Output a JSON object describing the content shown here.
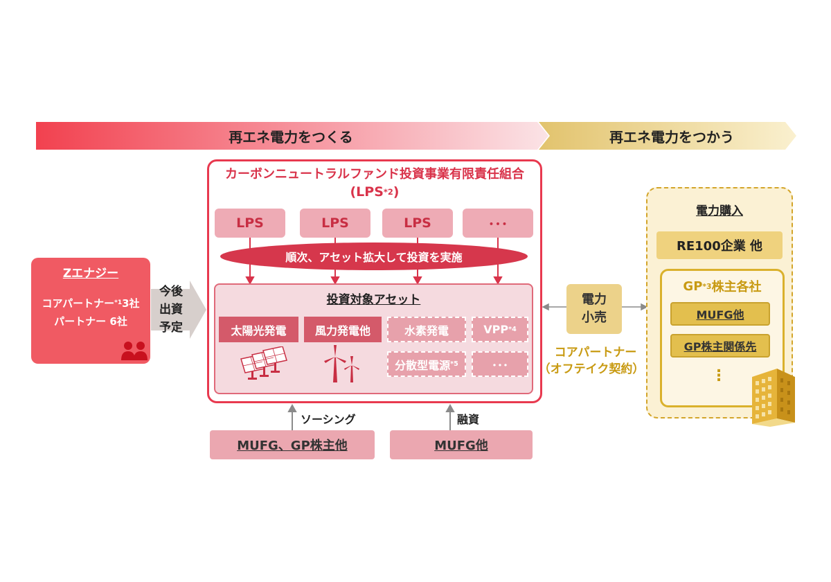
{
  "banner": {
    "left": "再エネ電力をつくる",
    "right": "再エネ電力をつかう"
  },
  "zenergy": {
    "title": "Zエナジー",
    "line1_pre": "コアパートナー",
    "line1_sup": "*1",
    "line1_post": " 3社",
    "line2": "パートナー 6社",
    "icon": "people-icon"
  },
  "invest_arrow": {
    "line1": "今後",
    "line2": "出資",
    "line3": "予定"
  },
  "fund": {
    "title": "カーボンニュートラルファンド投資事業有限責任組合",
    "subtitle_pre": "(LPS",
    "subtitle_sup": "*2",
    "subtitle_post": ")",
    "lps_boxes": [
      "LPS",
      "LPS",
      "LPS",
      "･･･"
    ],
    "ellipse_text": "順次、アセット拡大して投資を実施",
    "assets_title": "投資対象アセット",
    "asset_solar": "太陽光発電",
    "asset_wind": "風力発電他",
    "asset_hydrogen": "水素発電",
    "asset_vpp": "VPP",
    "asset_vpp_sup": "*4",
    "asset_distributed": "分散型電源",
    "asset_distributed_sup": "*5",
    "asset_more": "･･･",
    "solar_icon": "solar-panel-icon",
    "wind_icon": "wind-turbine-icon"
  },
  "bottom": {
    "sourcing_label": "ソーシング",
    "financing_label": "融資",
    "box_left": "MUFG、GP株主他",
    "box_right": "MUFG他"
  },
  "retail": {
    "line1": "電力",
    "line2": "小売",
    "caption1": "コアパートナー",
    "caption2": "（オフテイク契約）"
  },
  "purchase": {
    "title": "電力購入",
    "re100": "RE100企業 他",
    "gp_title_pre": "GP",
    "gp_title_sup": "*3",
    "gp_title_post": "株主各社",
    "item1": "MUFG他",
    "item2": "GP株主関係先",
    "more": "⋮",
    "building_icon": "building-icon"
  },
  "colors": {
    "red_accent": "#d9334a",
    "gold_accent": "#c89a12",
    "pink_light": "#f5dadf"
  }
}
